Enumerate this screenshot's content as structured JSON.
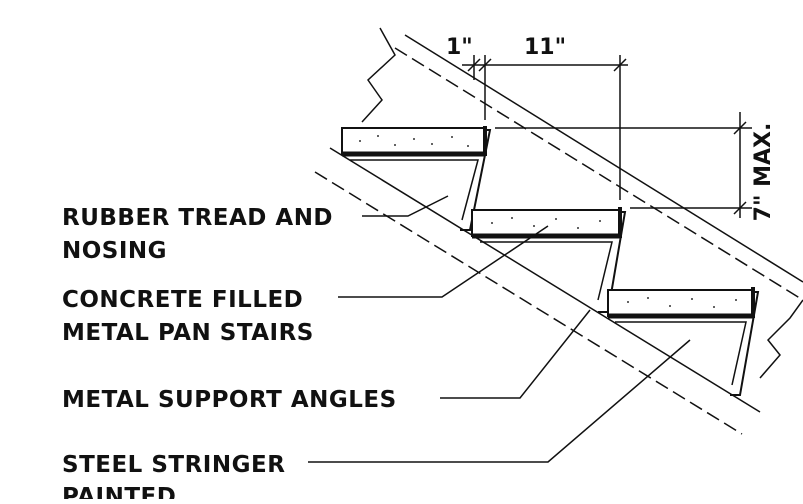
{
  "dimensions": {
    "nosing": "1\"",
    "tread": "11\"",
    "riser": "7\" MAX."
  },
  "callouts": {
    "rubber_tread_line1": "RUBBER TREAD AND",
    "rubber_tread_line2": "NOSING",
    "concrete_line1": "CONCRETE FILLED",
    "concrete_line2": "METAL PAN STAIRS",
    "support_angles": "METAL SUPPORT  ANGLES",
    "stringer_line1": "STEEL STRINGER",
    "stringer_line2": "PAINTED"
  }
}
